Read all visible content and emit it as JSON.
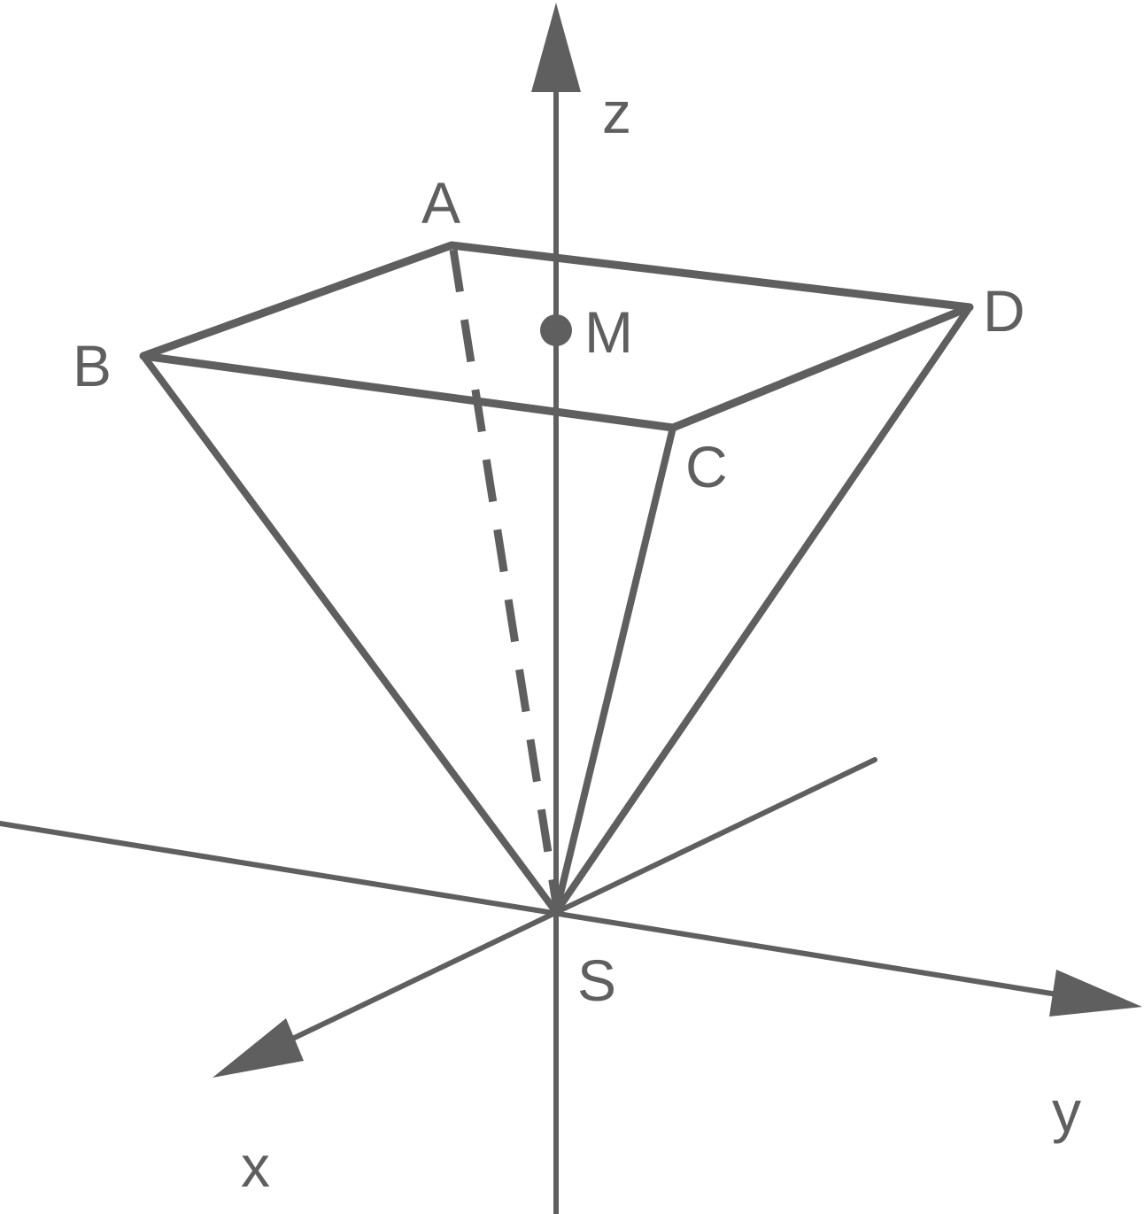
{
  "diagram": {
    "color": "#5f5f5f",
    "axes": {
      "x": "x",
      "y": "y",
      "z": "z"
    },
    "points": {
      "A": "A",
      "B": "B",
      "C": "C",
      "D": "D",
      "S": "S",
      "M": "M"
    }
  }
}
